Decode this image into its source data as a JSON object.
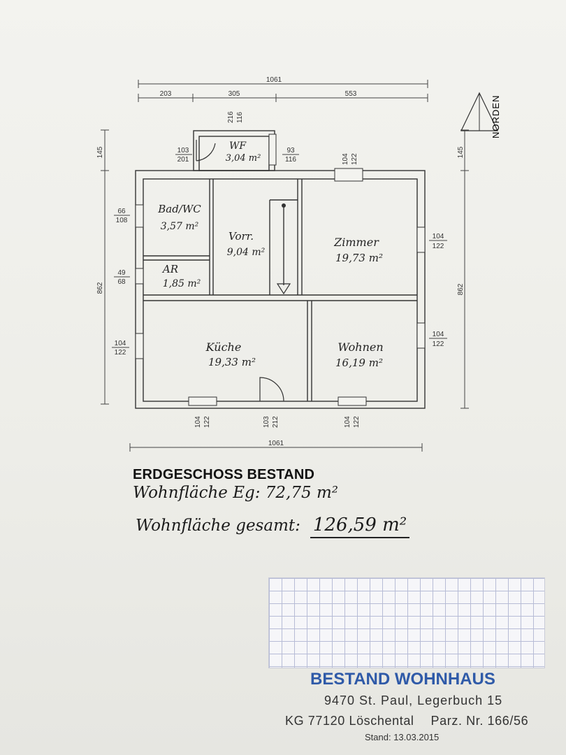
{
  "plan": {
    "overall_width": "1061",
    "segments": [
      "203",
      "305",
      "553"
    ],
    "depth_main": "862",
    "depth_wf": "145",
    "north_label": "NORDEN",
    "rooms": {
      "wf": {
        "name": "WF",
        "area": "3,04 m²"
      },
      "bad": {
        "name": "Bad/WC",
        "area": "3,57 m²"
      },
      "ar": {
        "name": "AR",
        "area": "1,85 m²"
      },
      "vorr": {
        "name": "Vorr.",
        "area": "9,04 m²"
      },
      "zimmer": {
        "name": "Zimmer",
        "area": "19,73 m²"
      },
      "kueche": {
        "name": "Küche",
        "area": "19,33 m²"
      },
      "wohnen": {
        "name": "Wohnen",
        "area": "16,19 m²"
      }
    },
    "openings": {
      "wf_door": {
        "top": "103",
        "bottom": "201"
      },
      "wf_top": {
        "top": "216",
        "bottom": "116"
      },
      "wf_right": {
        "top": "93",
        "bottom": "116"
      },
      "zimmer_top": {
        "top": "104",
        "bottom": "122"
      },
      "bad_left": {
        "top": "66",
        "bottom": "108"
      },
      "ar_left": {
        "top": "49",
        "bottom": "68"
      },
      "kueche_left": {
        "top": "104",
        "bottom": "122"
      },
      "zimmer_right": {
        "top": "104",
        "bottom": "122"
      },
      "wohnen_right": {
        "top": "104",
        "bottom": "122"
      },
      "kueche_bottom": {
        "top": "104",
        "bottom": "122"
      },
      "door_bottom": {
        "top": "103",
        "bottom": "212"
      },
      "wohnen_bottom": {
        "top": "104",
        "bottom": "122"
      }
    }
  },
  "title": "ERDGESCHOSS BESTAND",
  "handwriting": {
    "line1": "Wohnfläche Eg: 72,75 m²",
    "line2_label": "Wohnfläche gesamt:",
    "line2_value": "126,59 m²"
  },
  "stamp": {
    "title": "BESTAND WOHNHAUS",
    "address": "9470 St. Paul, Legerbuch 15",
    "kg": "KG 77120 Löschental",
    "parz": "Parz. Nr. 166/56",
    "stand": "Stand: 13.03.2015"
  },
  "colors": {
    "stamp_blue": "#2f5aa8",
    "grid_line": "#b7bcd6"
  }
}
